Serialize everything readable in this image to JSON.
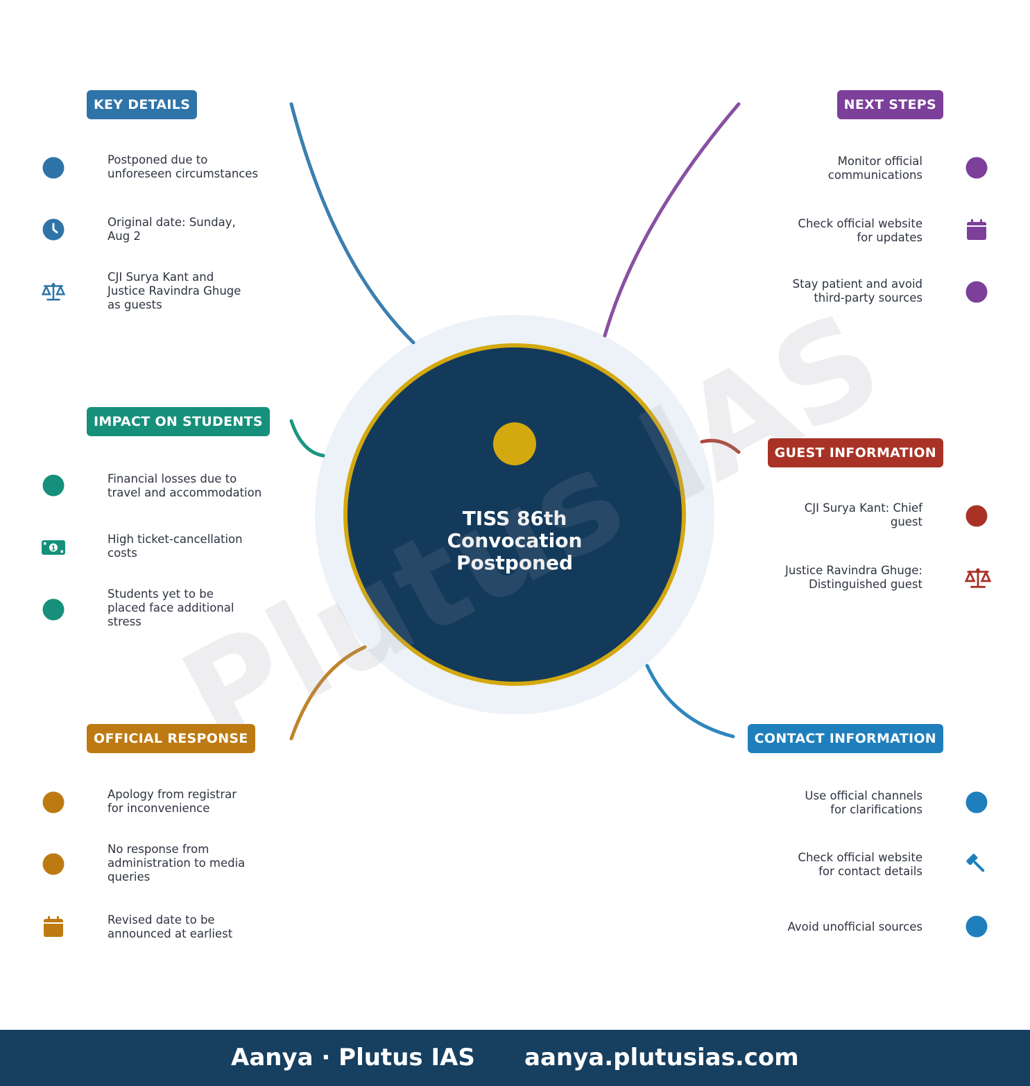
{
  "center": {
    "title": "TISS 86th Convocation Postponed",
    "title_lines": [
      "TISS 86th",
      "Convocation",
      "Postponed"
    ]
  },
  "watermark": "Plutus IAS",
  "colors": {
    "center_fill": "#133a5b",
    "center_ring": "#d4a80f",
    "halo": "#edf2f8",
    "key_details": "#2f74a9",
    "impact": "#16907a",
    "official": "#bd7a12",
    "next_steps": "#7c3f9a",
    "guest": "#a93226",
    "contact": "#1f7fbd",
    "footer": "#163f60"
  },
  "branches": [
    {
      "key": "key_details",
      "label": "KEY DETAILS",
      "side": "left",
      "items": [
        {
          "icon": "circle-icon",
          "text_lines": [
            "Postponed due to",
            "unforeseen circumstances"
          ]
        },
        {
          "icon": "clock-icon",
          "text_lines": [
            "Original date: Sunday,",
            "Aug 2"
          ]
        },
        {
          "icon": "scales-icon",
          "text_lines": [
            "CJI Surya Kant and",
            "Justice Ravindra Ghuge",
            "as guests"
          ]
        }
      ]
    },
    {
      "key": "impact",
      "label": "IMPACT ON STUDENTS",
      "side": "left",
      "items": [
        {
          "icon": "circle-icon",
          "text_lines": [
            "Financial losses due to",
            "travel and accommodation"
          ]
        },
        {
          "icon": "money-icon",
          "text_lines": [
            "High ticket-cancellation",
            "costs"
          ]
        },
        {
          "icon": "circle-icon",
          "text_lines": [
            "Students yet to be",
            "placed face additional",
            "stress"
          ]
        }
      ]
    },
    {
      "key": "official",
      "label": "OFFICIAL RESPONSE",
      "side": "left",
      "items": [
        {
          "icon": "circle-icon",
          "text_lines": [
            "Apology from registrar",
            "for inconvenience"
          ]
        },
        {
          "icon": "circle-icon",
          "text_lines": [
            "No response from",
            "administration to media",
            "queries"
          ]
        },
        {
          "icon": "calendar-icon",
          "text_lines": [
            "Revised date to be",
            "announced at earliest"
          ]
        }
      ]
    },
    {
      "key": "next_steps",
      "label": "NEXT STEPS",
      "side": "right",
      "items": [
        {
          "icon": "circle-icon",
          "text_lines": [
            "Monitor official",
            "communications"
          ]
        },
        {
          "icon": "calendar-icon",
          "text_lines": [
            "Check official website",
            "for updates"
          ]
        },
        {
          "icon": "circle-icon",
          "text_lines": [
            "Stay patient and avoid",
            "third-party sources"
          ]
        }
      ]
    },
    {
      "key": "guest",
      "label": "GUEST INFORMATION",
      "side": "right",
      "items": [
        {
          "icon": "circle-icon",
          "text_lines": [
            "CJI Surya Kant: Chief",
            "guest"
          ]
        },
        {
          "icon": "scales-icon",
          "text_lines": [
            "Justice Ravindra Ghuge:",
            "Distinguished guest"
          ]
        }
      ]
    },
    {
      "key": "contact",
      "label": "CONTACT INFORMATION",
      "side": "right",
      "items": [
        {
          "icon": "circle-icon",
          "text_lines": [
            "Use official channels",
            "for clarifications"
          ]
        },
        {
          "icon": "gavel-icon",
          "text_lines": [
            "Check official website",
            "for contact details"
          ]
        },
        {
          "icon": "circle-icon",
          "text_lines": [
            "Avoid unofficial sources"
          ]
        }
      ]
    }
  ],
  "footer": {
    "left": "Aanya · Plutus IAS",
    "right": "aanya.plutusias.com"
  }
}
